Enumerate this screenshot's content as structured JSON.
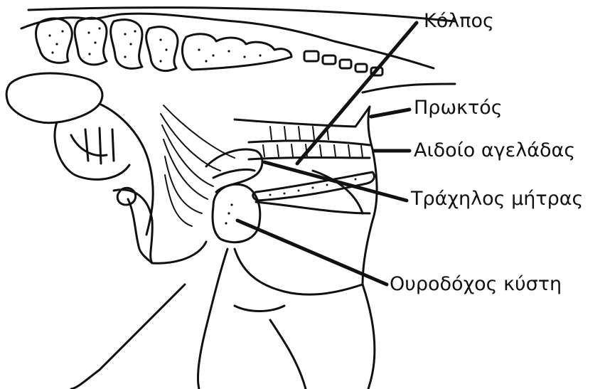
{
  "labels": {
    "vagina": "Κόλπος",
    "rectum": "Πρωκτός",
    "vulva": "Αιδοίο αγελάδας",
    "cervix": "Τράχηλος μήτρας",
    "bladder": "Ουροδόχος κύστη"
  },
  "colors": {
    "ink": "#111111",
    "background": "#ffffff"
  }
}
